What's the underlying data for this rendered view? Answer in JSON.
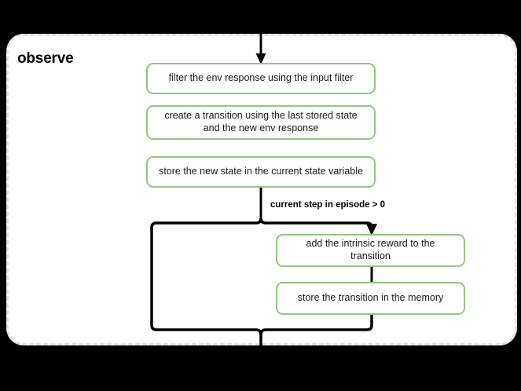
{
  "diagram": {
    "title": "observe",
    "type": "flowchart",
    "background_color": "#000000",
    "container_fill": "#ffffff",
    "container_border_color": "#e0e0e0",
    "node_border_color": "#8fc97e",
    "edge_color": "#000000",
    "nodes": [
      {
        "id": "filter",
        "label": "filter the env response using the input filter"
      },
      {
        "id": "transition",
        "label": "create a transition using the last stored state and the new env response"
      },
      {
        "id": "store_state",
        "label": "store the new state in the current state variable"
      },
      {
        "id": "intrinsic",
        "label": "add the intrinsic reward to the transition"
      },
      {
        "id": "store_memory",
        "label": "store the transition in the memory"
      }
    ],
    "branch_label": "current step in episode > 0"
  }
}
